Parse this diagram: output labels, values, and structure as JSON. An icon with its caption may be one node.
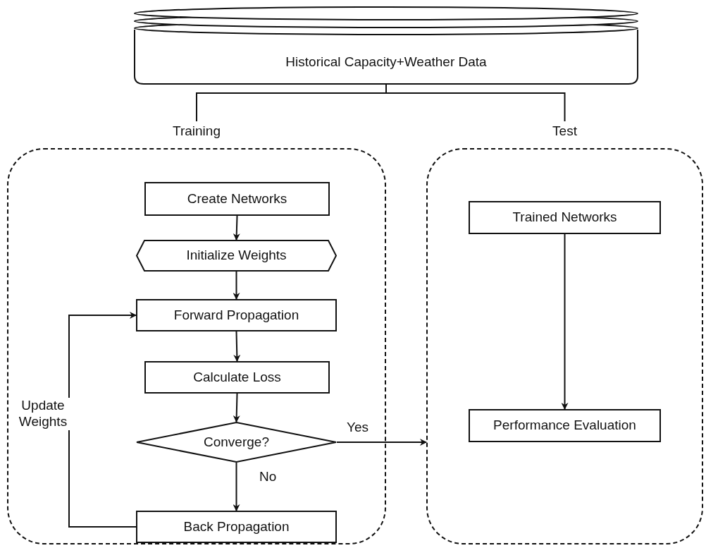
{
  "diagram": {
    "nodes": [
      {
        "text": [
          "Historical Capacity+Weather Data"
        ]
      },
      {
        "text": [
          "Training"
        ]
      },
      {
        "text": [
          "Create Networks"
        ],
        "in": 1
      },
      {
        "text": [
          "Initialize Weights"
        ],
        "in": 1
      },
      {
        "text": [
          "Forward Propagation"
        ],
        "in": 1
      },
      {
        "text": [
          "Calculate Loss"
        ],
        "in": 1
      },
      {
        "text": [
          "Converge?"
        ],
        "in": 1
      },
      {
        "text": [
          "Back Propagation"
        ],
        "in": 1
      },
      {
        "text": [
          "Test"
        ]
      },
      {
        "text": [
          "Trained Networks"
        ],
        "in": 8
      },
      {
        "text": [
          "Performance Evaluation"
        ],
        "in": 8
      }
    ],
    "edges": [
      {
        "from": 0,
        "to": 1,
        "arrow": "none"
      },
      {
        "from": 0,
        "to": 8,
        "arrow": "none"
      },
      {
        "from": 2,
        "to": 3,
        "arrow": "to"
      },
      {
        "from": 3,
        "to": 4,
        "arrow": "to"
      },
      {
        "from": 4,
        "to": 5,
        "arrow": "to"
      },
      {
        "from": 5,
        "to": 6,
        "arrow": "to"
      },
      {
        "from": 6,
        "to": 7,
        "arrow": "to",
        "label": "No"
      },
      {
        "from": 7,
        "to": 4,
        "arrow": "to",
        "label": "Update Weights"
      },
      {
        "from": 6,
        "to": 8,
        "arrow": "to",
        "label": "Yes"
      },
      {
        "from": 9,
        "to": 10,
        "arrow": "to"
      }
    ]
  }
}
